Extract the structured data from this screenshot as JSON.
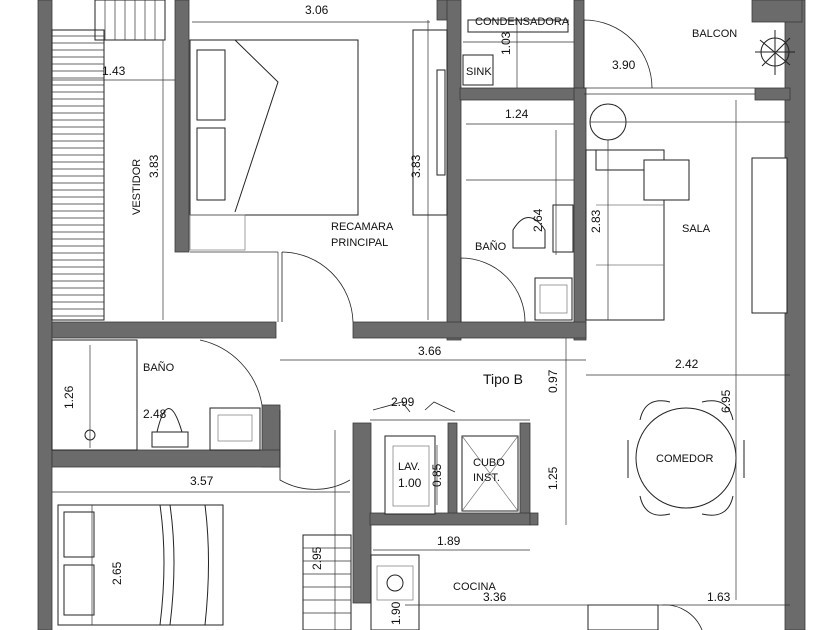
{
  "plan_label": "Tipo B",
  "rooms": {
    "condensadora": "CONDENSADORA",
    "balcon": "BALCON",
    "sink": "SINK",
    "vestidor": "VESTIDOR",
    "recamara_line1": "RECAMARA",
    "recamara_line2": "PRINCIPAL",
    "bano_principal": "BAÑO",
    "sala": "SALA",
    "bano_secundario": "BAÑO",
    "comedor": "COMEDOR",
    "lav": "LAV.",
    "cubo_line1": "CUBO",
    "cubo_line2": "INST.",
    "cocina": "COCINA"
  },
  "dimensions": {
    "d306": "3.06",
    "d143": "1.43",
    "d383_vestidor": "3.83",
    "d383_recamara": "3.83",
    "d103": "1.03",
    "d390": "3.90",
    "d124": "1.24",
    "d264": "2.64",
    "d283": "2.83",
    "d366": "3.66",
    "d242": "2.42",
    "d126": "1.26",
    "d248": "2.48",
    "d299": "2.99",
    "d097": "0.97",
    "d695": "6.95",
    "d085": "0.85",
    "d100": "1.00",
    "d125": "1.25",
    "d357": "3.57",
    "d189": "1.89",
    "d265": "2.65",
    "d295": "2.95",
    "d336": "3.36",
    "d190": "1.90",
    "d163": "1.63"
  }
}
